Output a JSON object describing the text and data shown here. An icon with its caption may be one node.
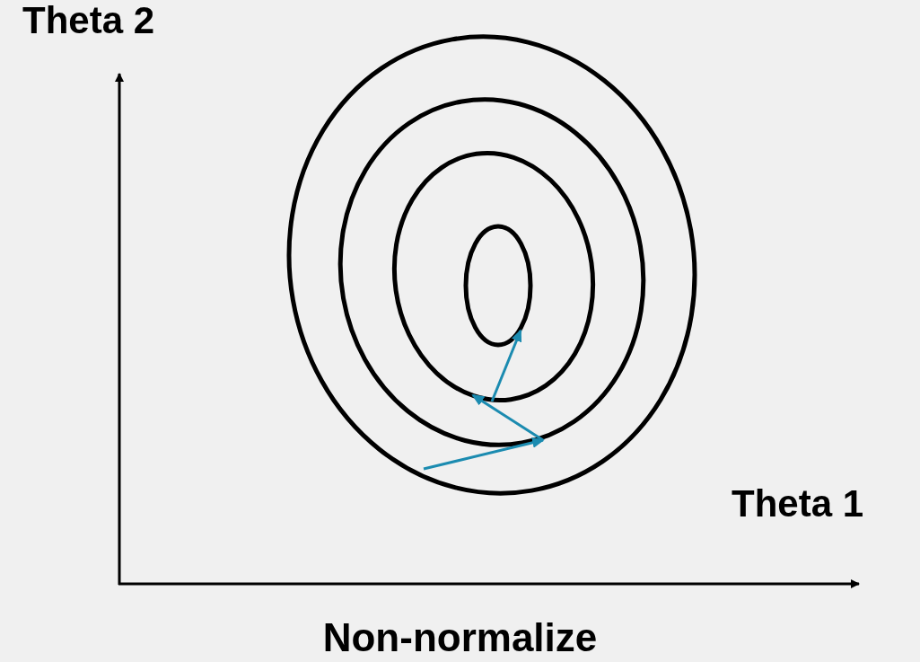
{
  "diagram": {
    "caption": "Non-normalize",
    "labels": [
      "Theta 2",
      "Theta 1"
    ]
  }
}
